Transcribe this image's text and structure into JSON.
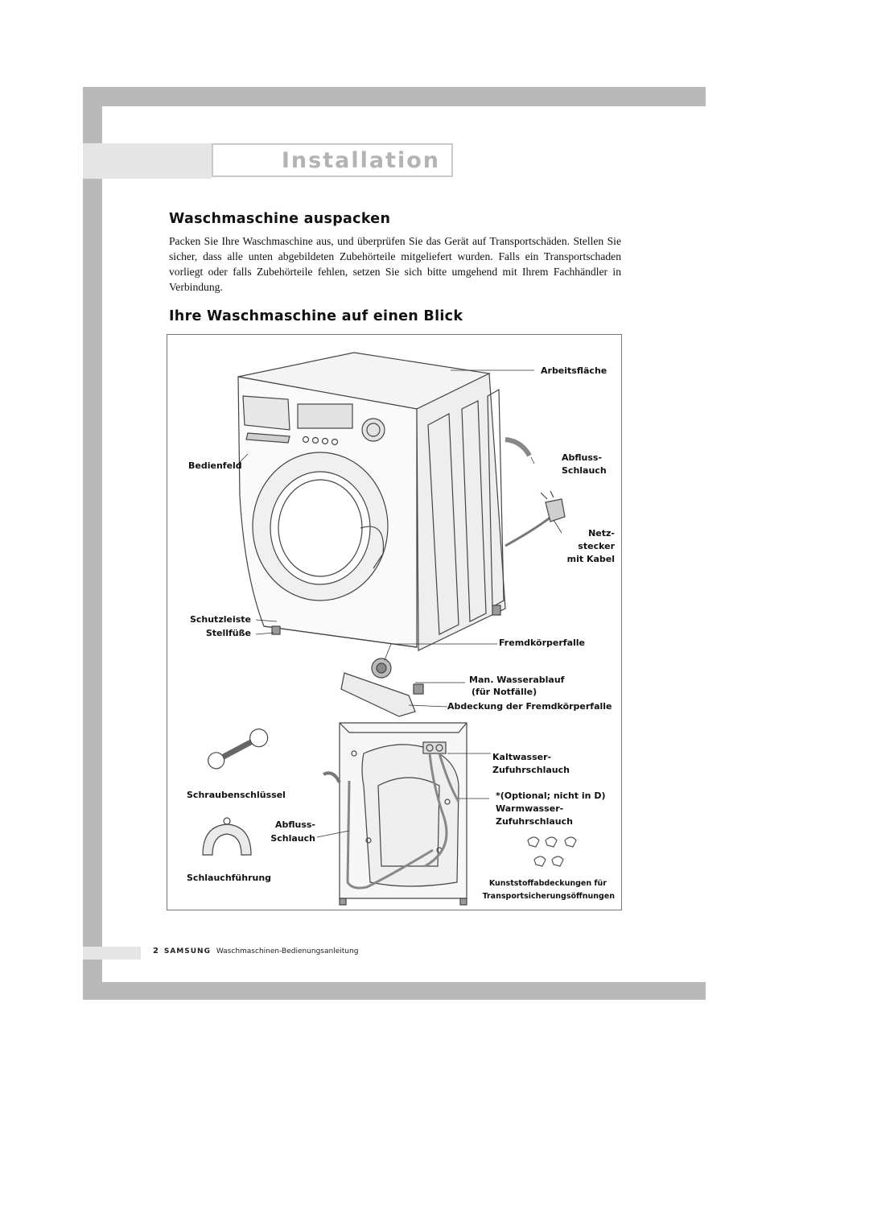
{
  "header": {
    "title": "Installation"
  },
  "section1": {
    "heading": "Waschmaschine auspacken",
    "paragraph": "Packen Sie Ihre Waschmaschine aus, und überprüfen Sie das Gerät auf Transportschäden. Stellen Sie sicher, dass alle unten abgebildeten Zubehörteile mitgeliefert wurden. Falls ein Transportschaden vorliegt oder falls Zubehörteile fehlen, setzen Sie sich bitte umgehend mit Ihrem Fachhändler in Verbindung."
  },
  "section2": {
    "heading": "Ihre Waschmaschine auf einen Blick"
  },
  "figure": {
    "front_labels": {
      "arbeitsflaeche": "Arbeitsfläche",
      "bedienfeld": "Bedienfeld",
      "abfluss_1": "Abfluss-",
      "abfluss_2": "Schlauch",
      "netz_1": "Netz-",
      "netz_2": "stecker",
      "netz_3": "mit Kabel",
      "schutzleiste": "Schutzleiste",
      "stellfuesse": "Stellfüße",
      "fremdkoerperfalle": "Fremdkörperfalle",
      "wasserablauf_1": "Man.  Wasserablauf",
      "wasserablauf_2": "(für Notfälle)",
      "abdeckung": "Abdeckung der Fremdkörperfalle"
    },
    "rear_labels": {
      "kaltwasser_1": "Kaltwasser-",
      "kaltwasser_2": "Zufuhrschlauch",
      "schraubenschluessel": "Schraubenschlüssel",
      "optional_1": "*(Optional; nicht in D)",
      "optional_2": "Warmwasser-",
      "optional_3": "Zufuhrschlauch",
      "abfluss_1": "Abfluss-",
      "abfluss_2": "Schlauch",
      "schlauchfuehrung": "Schlauchführung",
      "kunststoff_1": "Kunststoffabdeckungen für",
      "kunststoff_2": "Transportsicherungsöffnungen"
    }
  },
  "footer": {
    "page_number": "2",
    "brand": "SAMSUNG",
    "text": "Waschmaschinen-Bedienungsanleitung"
  }
}
